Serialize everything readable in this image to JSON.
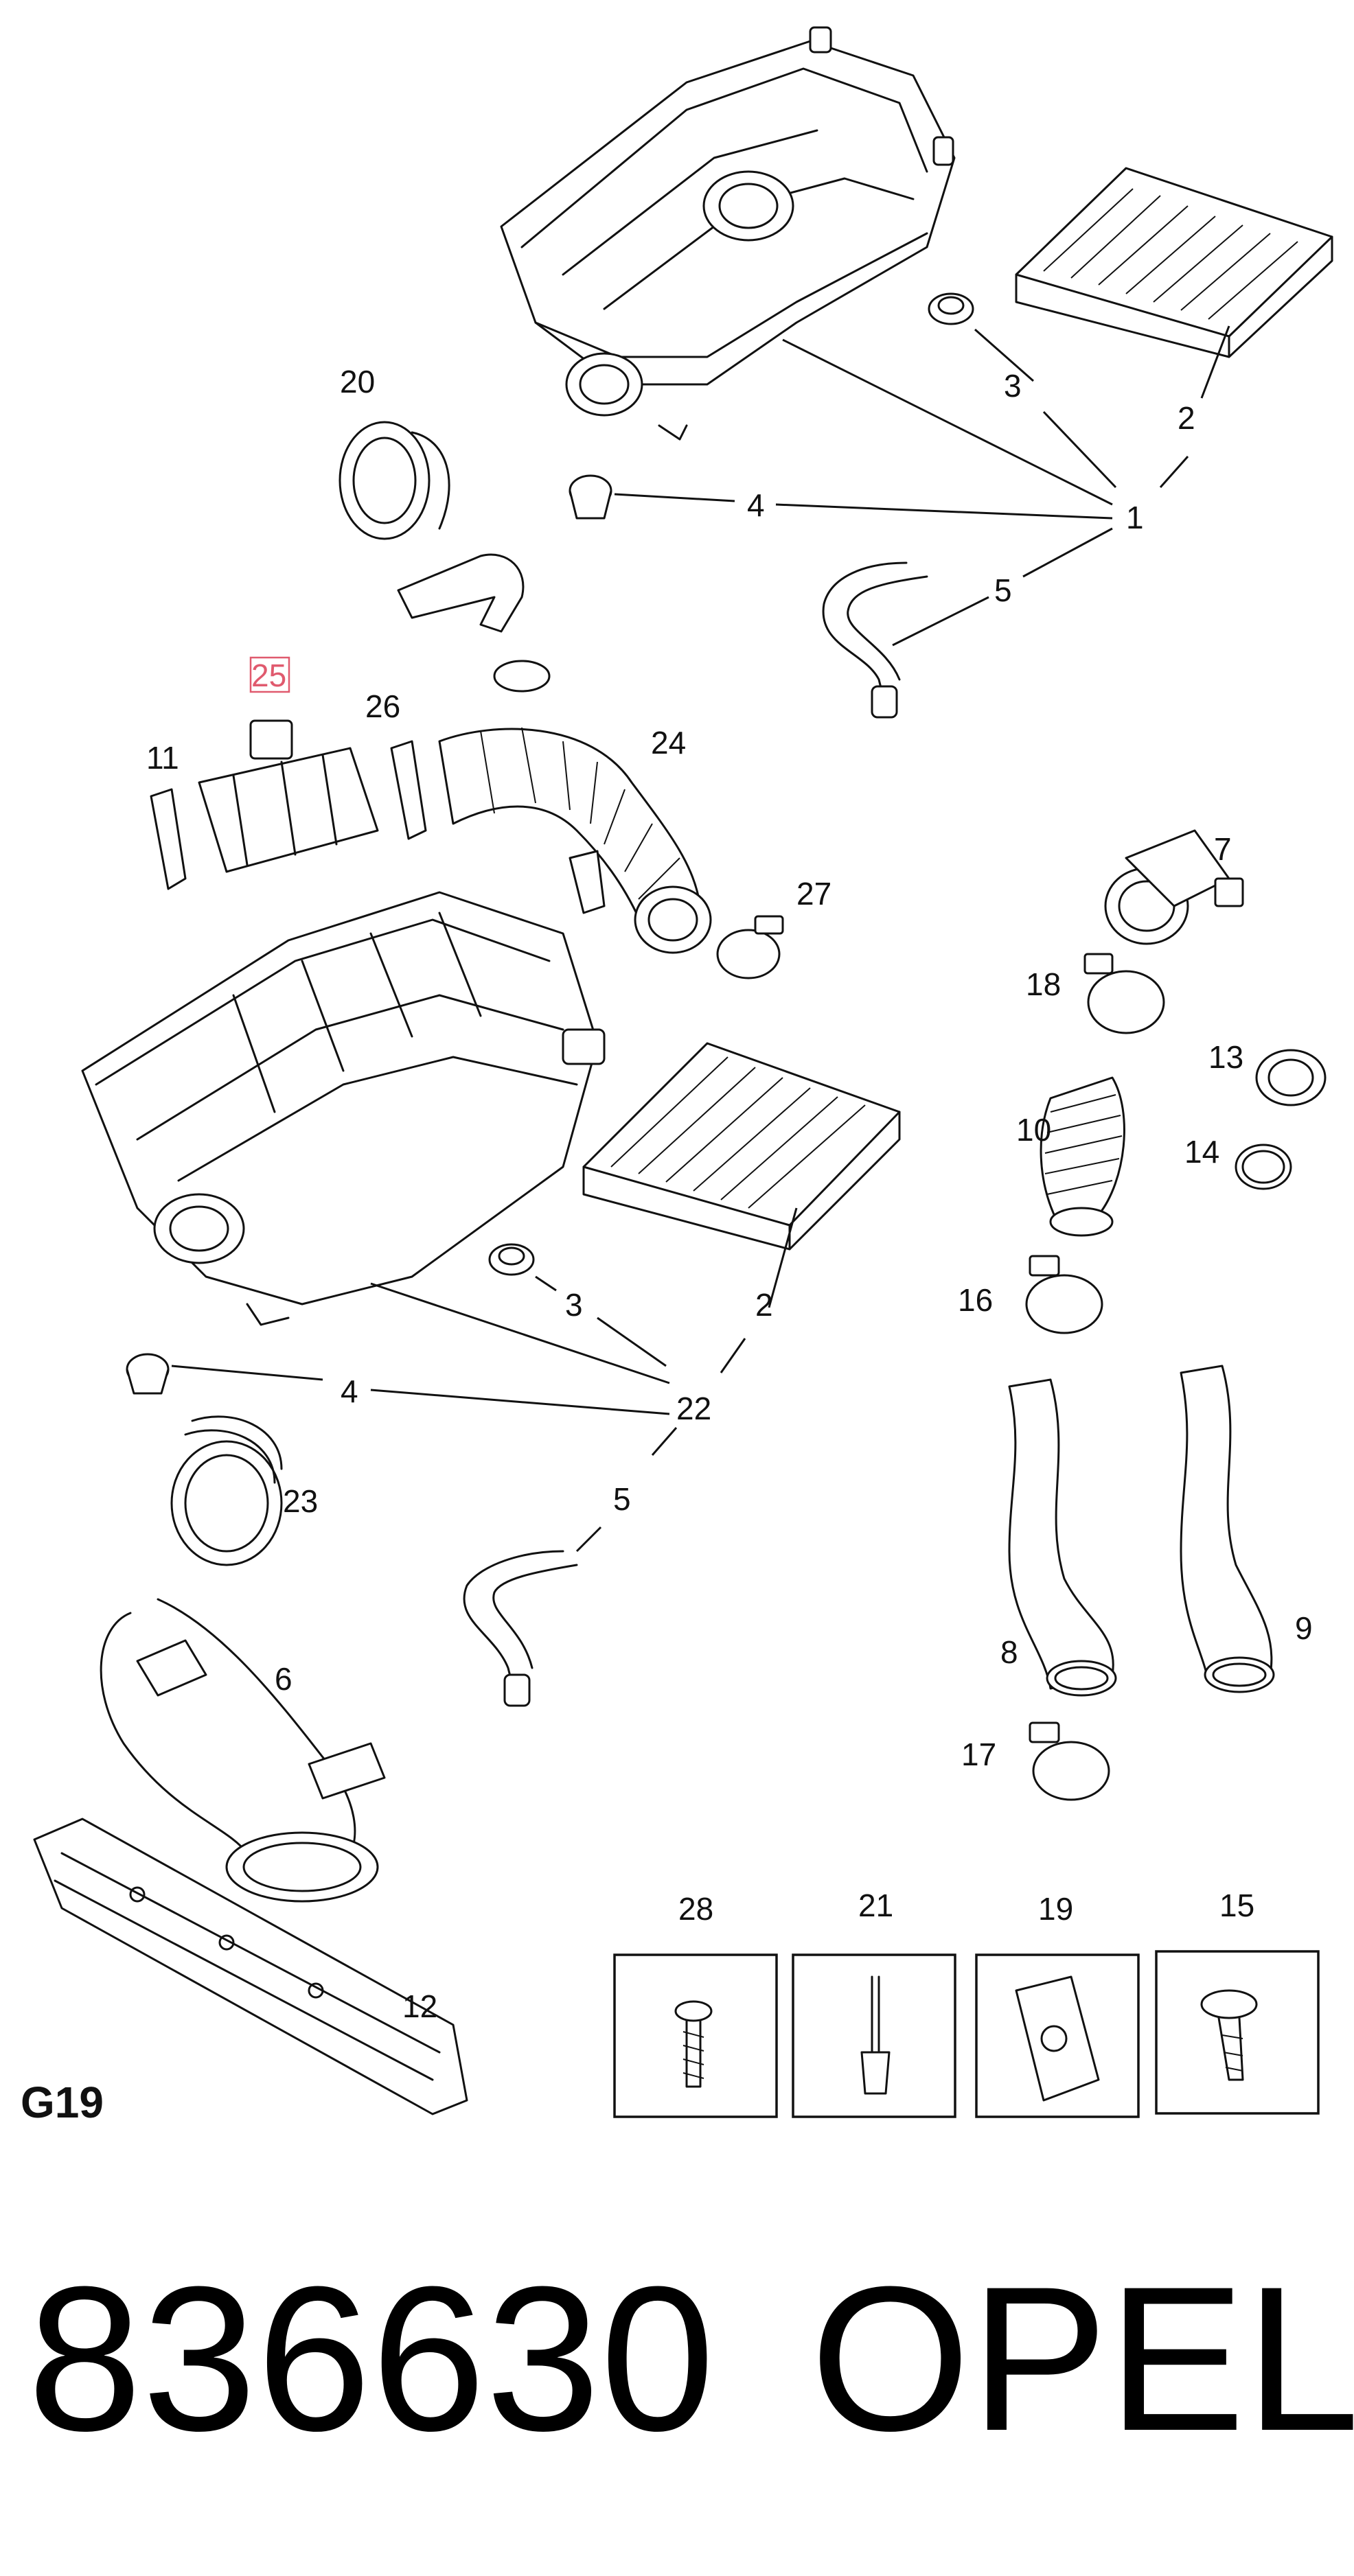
{
  "diagram": {
    "sheet_code": "G19",
    "part_number": "836630",
    "brand": "OPEL",
    "highlighted_callout": "25",
    "callouts": {
      "c1": "1",
      "c2a": "2",
      "c2b": "2",
      "c3a": "3",
      "c3b": "3",
      "c4a": "4",
      "c4b": "4",
      "c5a": "5",
      "c5b": "5",
      "c6": "6",
      "c7": "7",
      "c8": "8",
      "c9": "9",
      "c10": "10",
      "c11": "11",
      "c12": "12",
      "c13": "13",
      "c14": "14",
      "c15": "15",
      "c16": "16",
      "c17": "17",
      "c18": "18",
      "c19": "19",
      "c20": "20",
      "c21": "21",
      "c22": "22",
      "c23": "23",
      "c24": "24",
      "c25": "25",
      "c26": "26",
      "c27": "27",
      "c28": "28"
    },
    "highlight_color": "#e05a6e"
  }
}
